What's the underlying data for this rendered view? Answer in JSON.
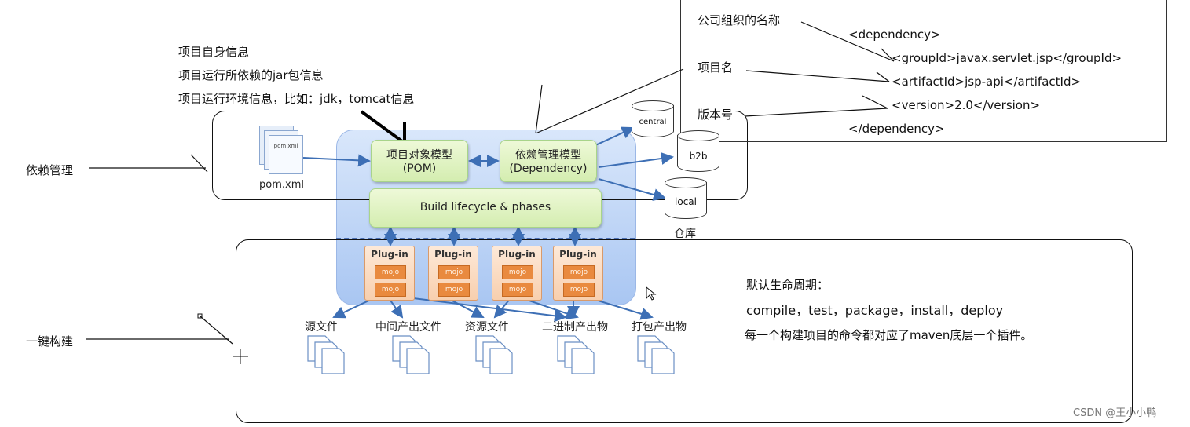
{
  "left_notes": {
    "line1": "项目自身信息",
    "line2": "项目运行所依赖的jar包信息",
    "line3": "项目运行环境信息，比如：jdk，tomcat信息"
  },
  "side_labels": {
    "dependency_mgmt": "依赖管理",
    "one_click_build": "一键构建"
  },
  "pom_file": {
    "icon_text": "pom.xml",
    "label": "pom.xml"
  },
  "boxes": {
    "pom_line1": "项目对象模型",
    "pom_line2": "(POM)",
    "dep_line1": "依赖管理模型",
    "dep_line2": "(Dependency)",
    "lifecycle": "Build lifecycle & phases"
  },
  "repos": {
    "central": "central",
    "b2b": "b2b",
    "local": "local",
    "label": "仓库"
  },
  "plugins": [
    {
      "title": "Plug-in",
      "mojo1": "mojo",
      "mojo2": "mojo"
    },
    {
      "title": "Plug-in",
      "mojo1": "mojo",
      "mojo2": "mojo"
    },
    {
      "title": "Plug-in",
      "mojo1": "mojo",
      "mojo2": "mojo"
    },
    {
      "title": "Plug-in",
      "mojo1": "mojo",
      "mojo2": "mojo"
    }
  ],
  "outputs": [
    "源文件",
    "中间产出文件",
    "资源文件",
    "二进制产出物",
    "打包产出物"
  ],
  "dependency_panel": {
    "company_label": "公司组织的名称",
    "project_label": "项目名",
    "version_label": "版本号",
    "open_tag": "<dependency>",
    "group_id": "<groupId>javax.servlet.jsp</groupId>",
    "artifact_id": "<artifactId>jsp-api</artifactId>",
    "version": "<version>2.0</version>",
    "close_tag": "</dependency>"
  },
  "lifecycle_notes": {
    "title": "默认生命周期：",
    "phases": "compile，test，package，install，deploy",
    "note": "每一个构建项目的命令都对应了maven底层一个插件。"
  },
  "watermark": "CSDN @王小小鸭"
}
